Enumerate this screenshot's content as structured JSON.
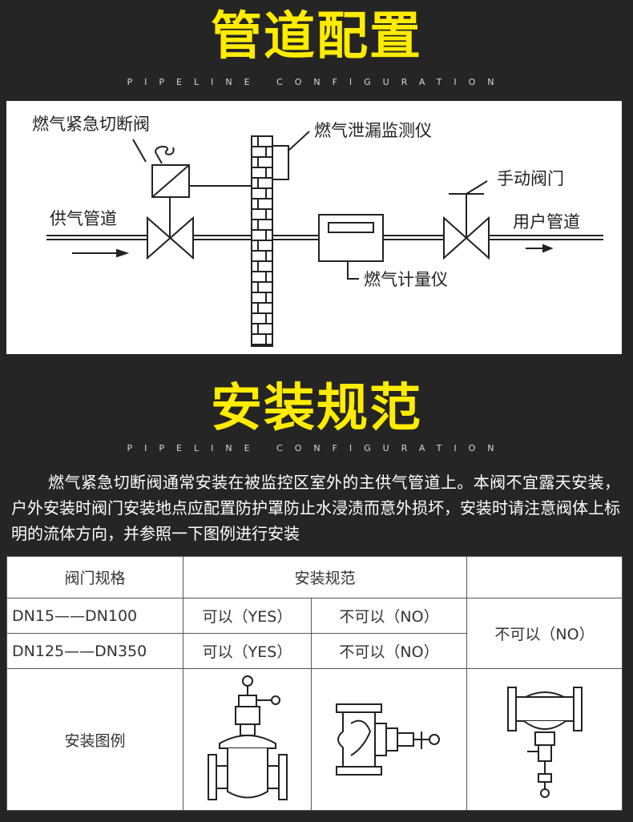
{
  "section1": {
    "title": "管道配置",
    "subtitle": "PIPELINE CONFIGURATION"
  },
  "diagram": {
    "labels": {
      "emergency_valve": "燃气紧急切断阀",
      "leak_monitor": "燃气泄漏监测仪",
      "manual_valve": "手动阀门",
      "supply_pipe": "供气管道",
      "user_pipe": "用户管道",
      "gas_meter": "燃气计量仪"
    }
  },
  "section2": {
    "title": "安装规范",
    "subtitle": "PIPELINE CONFIGURATION",
    "paragraph": "燃气紧急切断阀通常安装在被监控区室外的主供气管道上。本阀不宜露天安装，户外安装时阀门安装地点应配置防护罩防止水浸渍而意外损坏，安装时请注意阀体上标明的流体方向，并参照一下图例进行安装"
  },
  "table": {
    "header": {
      "col1": "阀门规格",
      "col2": "安装规范",
      "col4": ""
    },
    "rows": [
      {
        "spec": "DN15——DN100",
        "upright": "可以（YES）",
        "horizontal": "不可以（NO）"
      },
      {
        "spec": "DN125——DN350",
        "upright": "可以（YES）",
        "horizontal": "不可以（NO）"
      }
    ],
    "inverted": "不可以（NO）",
    "example_label": "安装图例"
  }
}
